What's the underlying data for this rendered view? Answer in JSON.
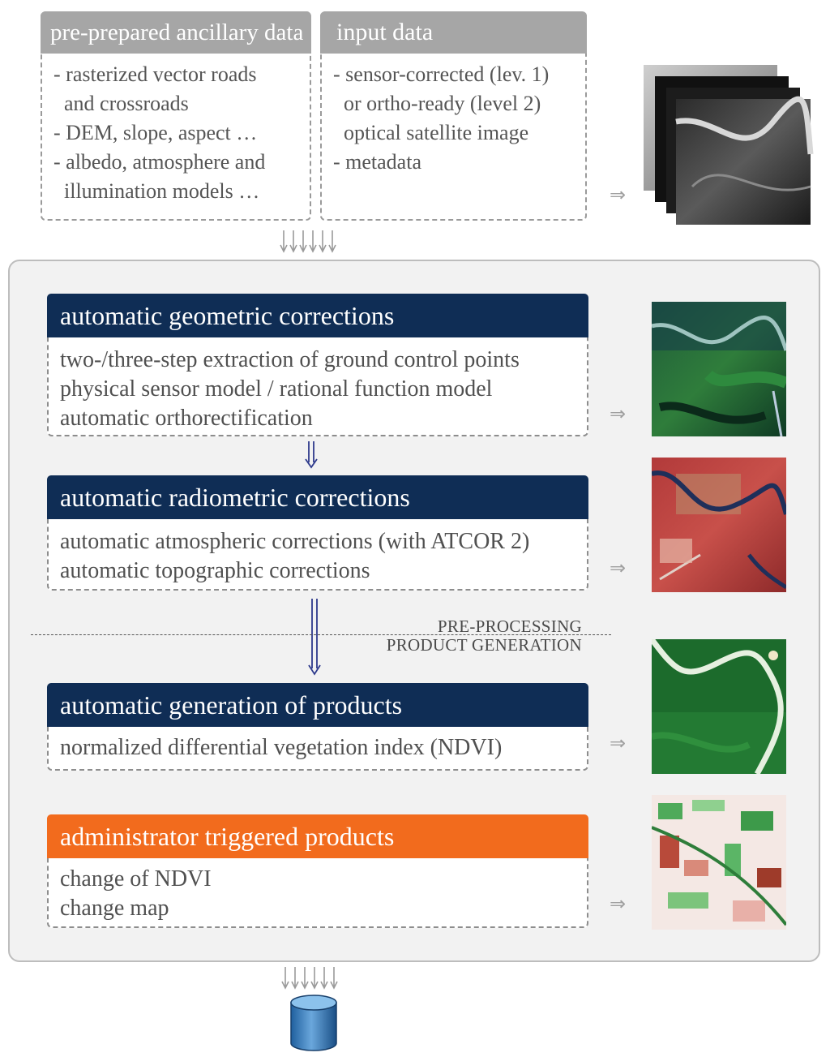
{
  "ancillary": {
    "title": "pre-prepared ancillary data",
    "lines": [
      "- rasterized vector roads",
      "  and crossroads",
      "- DEM, slope, aspect …",
      "- albedo, atmosphere and",
      "  illumination models …"
    ]
  },
  "input": {
    "title": "input data",
    "lines": [
      "- sensor-corrected (lev. 1)",
      "  or ortho-ready (level 2)",
      "  optical satellite image",
      "- metadata"
    ]
  },
  "steps": {
    "geometric": {
      "title": "automatic geometric corrections",
      "lines": [
        "two-/three-step extraction of ground control points",
        "physical sensor model / rational function model",
        "automatic orthorectification"
      ]
    },
    "radiometric": {
      "title": "automatic radiometric corrections",
      "lines": [
        "automatic atmospheric corrections (with ATCOR 2)",
        "automatic topographic corrections"
      ]
    },
    "products": {
      "title": "automatic generation of products",
      "lines": [
        "normalized differential vegetation index (NDVI)"
      ]
    },
    "admin": {
      "title": "administrator triggered products",
      "lines": [
        "change of NDVI",
        "change map"
      ]
    }
  },
  "divider": {
    "top_label": "PRE-PROCESSING",
    "bottom_label": "PRODUCT GENERATION"
  },
  "arrow_glyph": "⇒",
  "colors": {
    "header_gray": "#a6a6a6",
    "header_navy": "#0f2d55",
    "header_orange": "#f26b1d",
    "flow_arrow": "#2e3a8c",
    "panel_bg": "#f2f2f2"
  },
  "icons": {
    "down_arrows": "multi-down-arrow-icon",
    "database": "database-icon",
    "right_arrow": "double-right-arrow-icon"
  }
}
